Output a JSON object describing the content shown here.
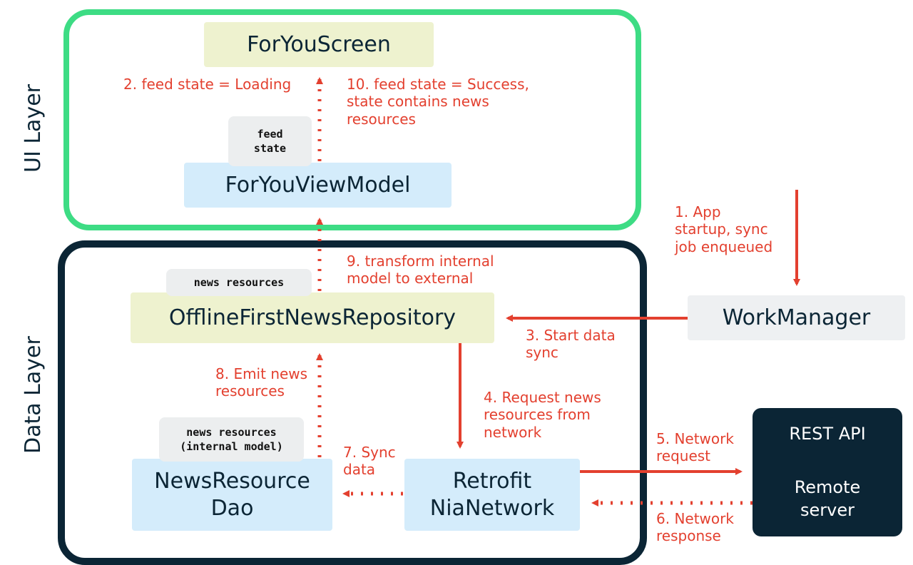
{
  "layers": {
    "ui": "UI Layer",
    "data": "Data Layer"
  },
  "boxes": {
    "for_you_screen": "ForYouScreen",
    "for_you_view_model": "ForYouViewModel",
    "offline_first_news_repository": "OfflineFirstNewsRepository",
    "work_manager": "WorkManager",
    "news_resource_dao": "NewsResource\nDao",
    "retrofit_nia_network": "Retrofit\nNiaNetwork",
    "remote_server": {
      "title": "REST API",
      "subtitle": "Remote\nserver"
    }
  },
  "tags": {
    "feed_state": "feed\nstate",
    "news_resources": "news resources",
    "news_resources_internal": "news resources\n(internal model)"
  },
  "steps": {
    "step1": "1. App\nstartup, sync\njob enqueued",
    "step2": "2. feed state = Loading",
    "step3": "3. Start data\nsync",
    "step4": "4. Request news\nresources from\nnetwork",
    "step5": "5. Network\nrequest",
    "step6": "6. Network\nresponse",
    "step7": "7. Sync\ndata",
    "step8": "8. Emit news\nresources",
    "step9": "9. transform internal\nmodel to external",
    "step10": "10. feed state = Success,\nstate contains news\nresources"
  },
  "colors": {
    "ui_layer_border": "#3ddc84",
    "data_layer_border": "#0b2535",
    "arrow": "#e3402f",
    "yellow_box": "#eef2cf",
    "blue_box": "#d4ecfb",
    "gray_box": "#eef0f2",
    "dark_box": "#0b2535"
  }
}
